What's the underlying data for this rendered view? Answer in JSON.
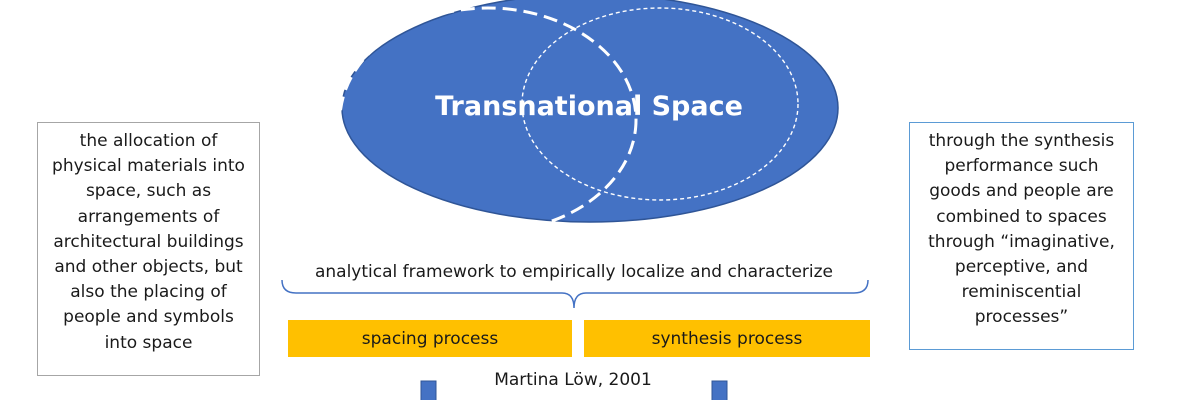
{
  "ellipse": {
    "title": "Transnational Space",
    "fill_color": "#4472c4"
  },
  "framework": {
    "label": "analytical framework to empirically  localize and characterize"
  },
  "processes": [
    {
      "label": "spacing process"
    },
    {
      "label": "synthesis process"
    }
  ],
  "process_color": "#ffc000",
  "citation": "Martina Löw, 2001",
  "left_box": {
    "text": "the allocation of physical materials into space, such as arrangements of architectural buildings and other objects, but also the placing of people and symbols into space"
  },
  "right_box": {
    "text": "through the synthesis performance such goods and people are combined to spaces through “imaginative, perceptive, and reminiscential processes”"
  }
}
